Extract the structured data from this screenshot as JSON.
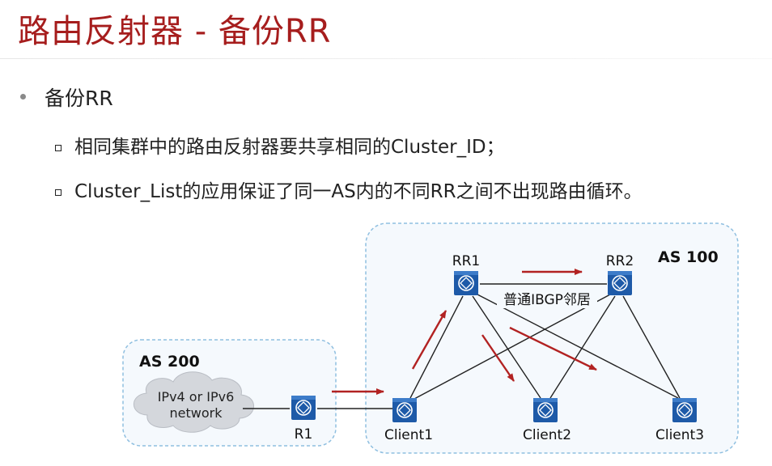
{
  "title": "路由反射器 - 备份RR",
  "bullet": {
    "label": "备份RR",
    "sub_items": [
      "相同集群中的路由反射器要共享相同的Cluster_ID；",
      "Cluster_List的应用保证了同一AS内的不同RR之间不出现路由循环。"
    ]
  },
  "diagram": {
    "as200_label": "AS 200",
    "as100_label": "AS 100",
    "cloud_line1": "IPv4 or IPv6",
    "cloud_line2": "network",
    "nodes": {
      "r1": "R1",
      "rr1": "RR1",
      "rr2": "RR2",
      "client1": "Client1",
      "client2": "Client2",
      "client3": "Client3"
    },
    "peer_label": "普通IBGP邻居",
    "colors": {
      "router": "#1e5aa8",
      "arrow": "#b22222",
      "as_border": "#8fbfe0",
      "as_fill": "#f5f9fd",
      "title": "#a61d1d"
    }
  }
}
